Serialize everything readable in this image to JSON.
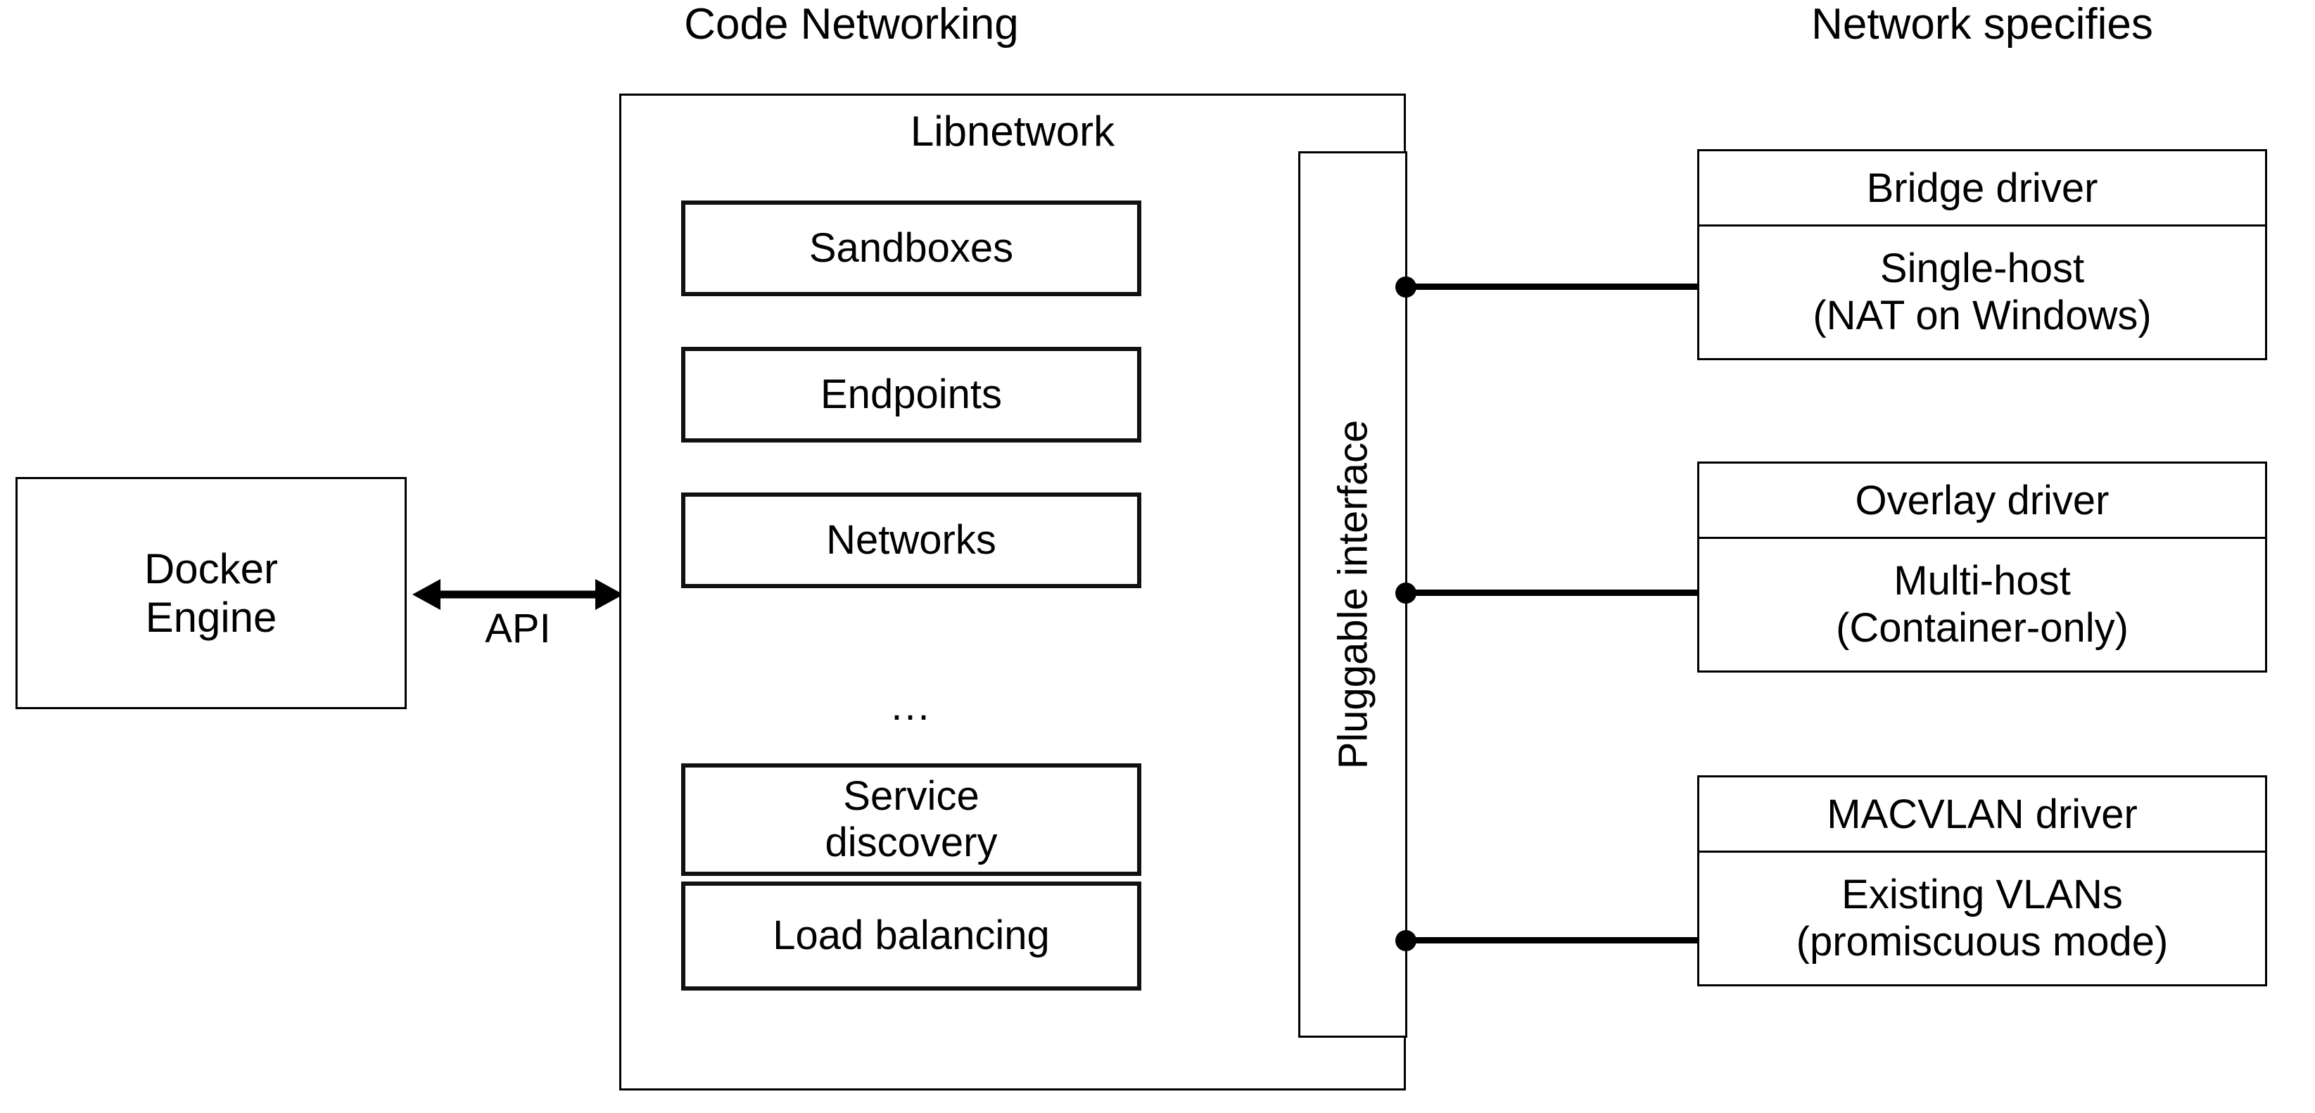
{
  "headings": {
    "left_column": "Code Networking",
    "right_column": "Network specifies"
  },
  "engine": {
    "line1": "Docker",
    "line2": "Engine"
  },
  "api": {
    "label": "API",
    "arrow": "double-headed-horizontal-arrow"
  },
  "libnetwork": {
    "title": "Libnetwork",
    "components": [
      {
        "line1": "Sandboxes",
        "line2": ""
      },
      {
        "line1": "Endpoints",
        "line2": ""
      },
      {
        "line1": "Networks",
        "line2": ""
      },
      {
        "line1": "Service",
        "line2": "discovery"
      },
      {
        "line1": "Load balancing",
        "line2": ""
      }
    ],
    "ellipsis": "..."
  },
  "pluggable_interface": {
    "label": "Pluggable interface"
  },
  "drivers": [
    {
      "title": "Bridge driver",
      "line1": "Single-host",
      "line2": "(NAT on Windows)"
    },
    {
      "title": "Overlay driver",
      "line1": "Multi-host",
      "line2": "(Container-only)"
    },
    {
      "title": "MACVLAN driver",
      "line1": "Existing VLANs",
      "line2": "(promiscuous mode)"
    }
  ],
  "colors": {
    "stroke": "#000000",
    "background": "#ffffff",
    "text": "#000000"
  }
}
